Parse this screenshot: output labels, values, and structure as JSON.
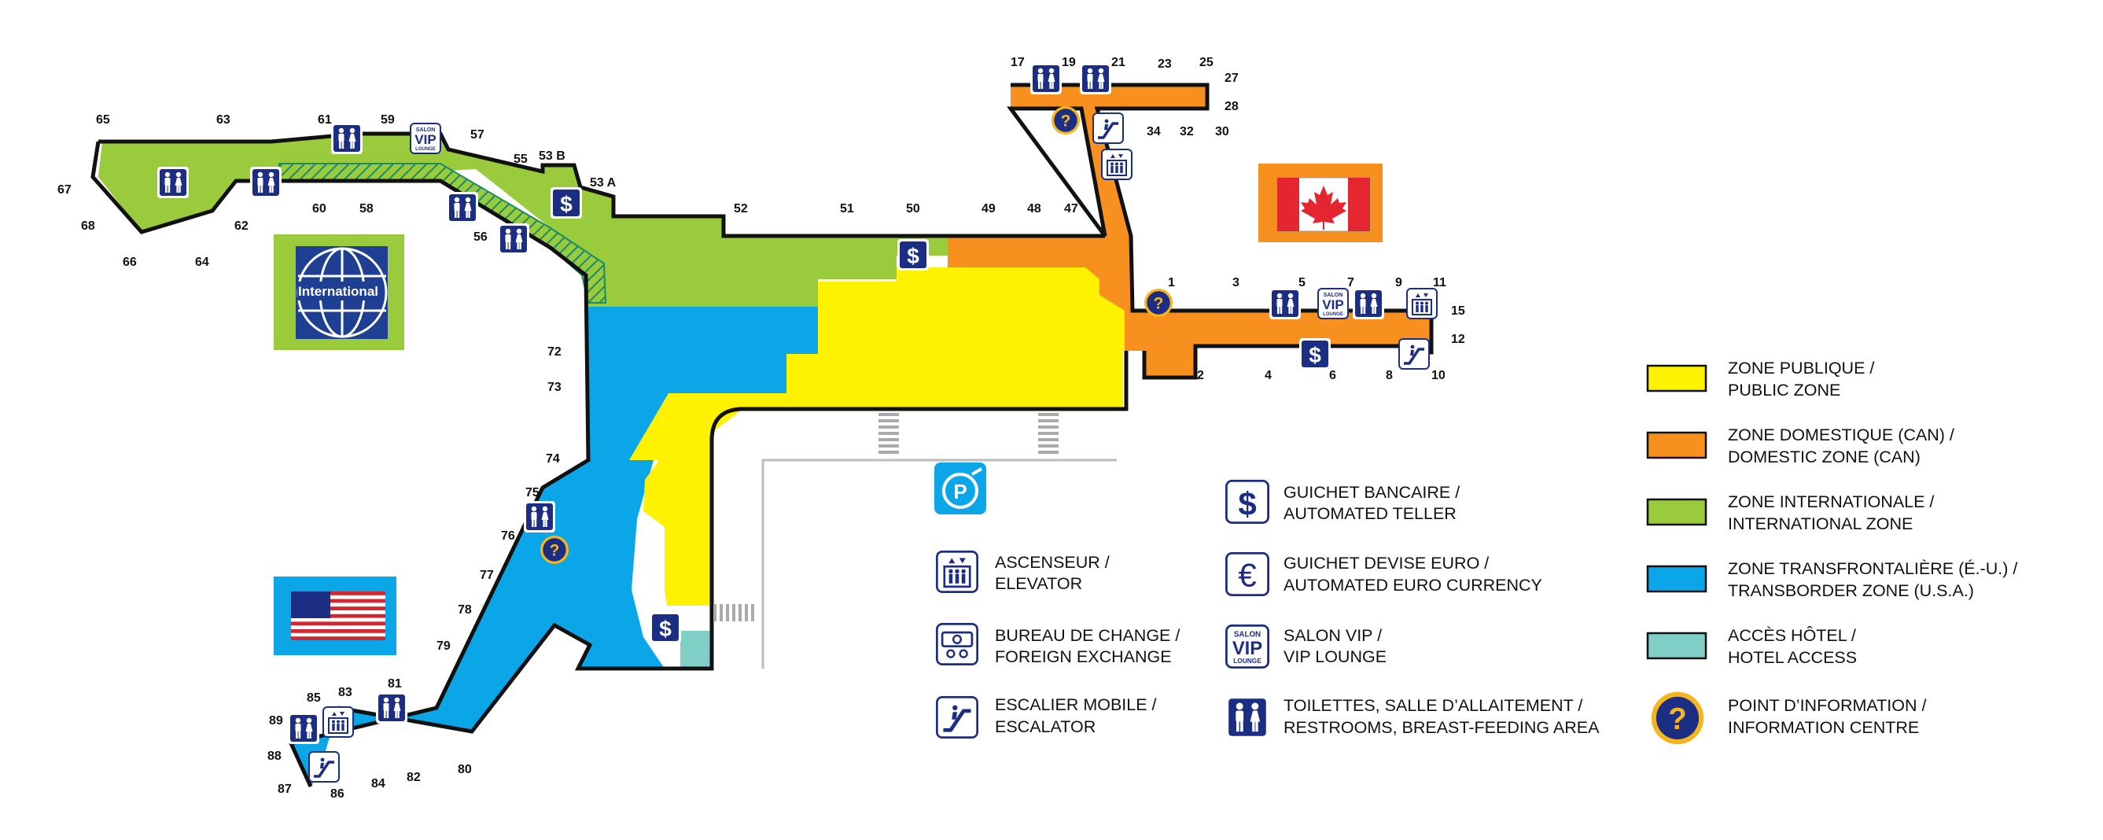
{
  "colors": {
    "public": "#fef200",
    "domestic": "#f7901e",
    "international": "#9acb3c",
    "transborder": "#0aa6e8",
    "hotel": "#7fcfc6",
    "icon_blue": "#1c2e83",
    "info_gold": "#f6b51e",
    "outline": "#111111"
  },
  "flags": {
    "canada_icon": "canada-flag-icon",
    "usa_icon": "usa-flag-icon",
    "international_badge": "International"
  },
  "gates": {
    "g1": "1",
    "g2": "2",
    "g3": "3",
    "g4": "4",
    "g5": "5",
    "g6": "6",
    "g7": "7",
    "g8": "8",
    "g9": "9",
    "g10": "10",
    "g11": "11",
    "g12": "12",
    "g15": "15",
    "g17": "17",
    "g19": "19",
    "g21": "21",
    "g23": "23",
    "g25": "25",
    "g27": "27",
    "g28": "28",
    "g30": "30",
    "g32": "32",
    "g34": "34",
    "g47": "47",
    "g48": "48",
    "g49": "49",
    "g50": "50",
    "g51": "51",
    "g52": "52",
    "g53a": "53 A",
    "g53b": "53 B",
    "g55": "55",
    "g56": "56",
    "g57": "57",
    "g58": "58",
    "g59": "59",
    "g60": "60",
    "g61": "61",
    "g62": "62",
    "g63": "63",
    "g64": "64",
    "g65": "65",
    "g66": "66",
    "g67": "67",
    "g68": "68",
    "g72": "72",
    "g73": "73",
    "g74": "74",
    "g75": "75",
    "g76": "76",
    "g77": "77",
    "g78": "78",
    "g79": "79",
    "g80": "80",
    "g81": "81",
    "g82": "82",
    "g83": "83",
    "g84": "84",
    "g85": "85",
    "g86": "86",
    "g87": "87",
    "g88": "88",
    "g89": "89"
  },
  "services_legend": [
    {
      "icon": "elevator-icon",
      "line1": "ASCENSEUR /",
      "line2": "ELEVATOR"
    },
    {
      "icon": "currency-exchange-icon",
      "line1": "BUREAU DE CHANGE /",
      "line2": "FOREIGN EXCHANGE"
    },
    {
      "icon": "escalator-icon",
      "line1": "ESCALIER MOBILE /",
      "line2": "ESCALATOR"
    },
    {
      "icon": "dollar-teller-icon",
      "line1": "GUICHET BANCAIRE /",
      "line2": "AUTOMATED TELLER"
    },
    {
      "icon": "euro-teller-icon",
      "line1": "GUICHET DEVISE EURO /",
      "line2": "AUTOMATED EURO CURRENCY"
    },
    {
      "icon": "vip-lounge-icon",
      "line1": "SALON VIP /",
      "line2": "VIP LOUNGE"
    },
    {
      "icon": "restroom-icon",
      "line1": "TOILETTES, SALLE D’ALLAITEMENT /",
      "line2": "RESTROOMS, BREAST-FEEDING AREA"
    }
  ],
  "zones_legend": [
    {
      "line1": "ZONE PUBLIQUE /",
      "line2": "PUBLIC ZONE",
      "color": "#fef200"
    },
    {
      "line1": "ZONE DOMESTIQUE (CAN) /",
      "line2": "DOMESTIC ZONE (CAN)",
      "color": "#f7901e"
    },
    {
      "line1": "ZONE INTERNATIONALE /",
      "line2": "INTERNATIONAL ZONE",
      "color": "#9acb3c"
    },
    {
      "line1": "ZONE TRANSFRONTALIÈRE (É.-U.) /",
      "line2": "TRANSBORDER ZONE (U.S.A.)",
      "color": "#0aa6e8"
    },
    {
      "line1": "ACCÈS HÔTEL /",
      "line2": "HOTEL ACCESS",
      "color": "#7fcfc6"
    },
    {
      "line1": "POINT D’INFORMATION /",
      "line2": "INFORMATION CENTRE",
      "icon": "info-point-icon"
    }
  ],
  "icon_text": {
    "dollar": "$",
    "euro": "€",
    "info": "?",
    "parking": "P",
    "salon": "SALON",
    "vip": "VIP",
    "lounge": "LOUNGE"
  }
}
